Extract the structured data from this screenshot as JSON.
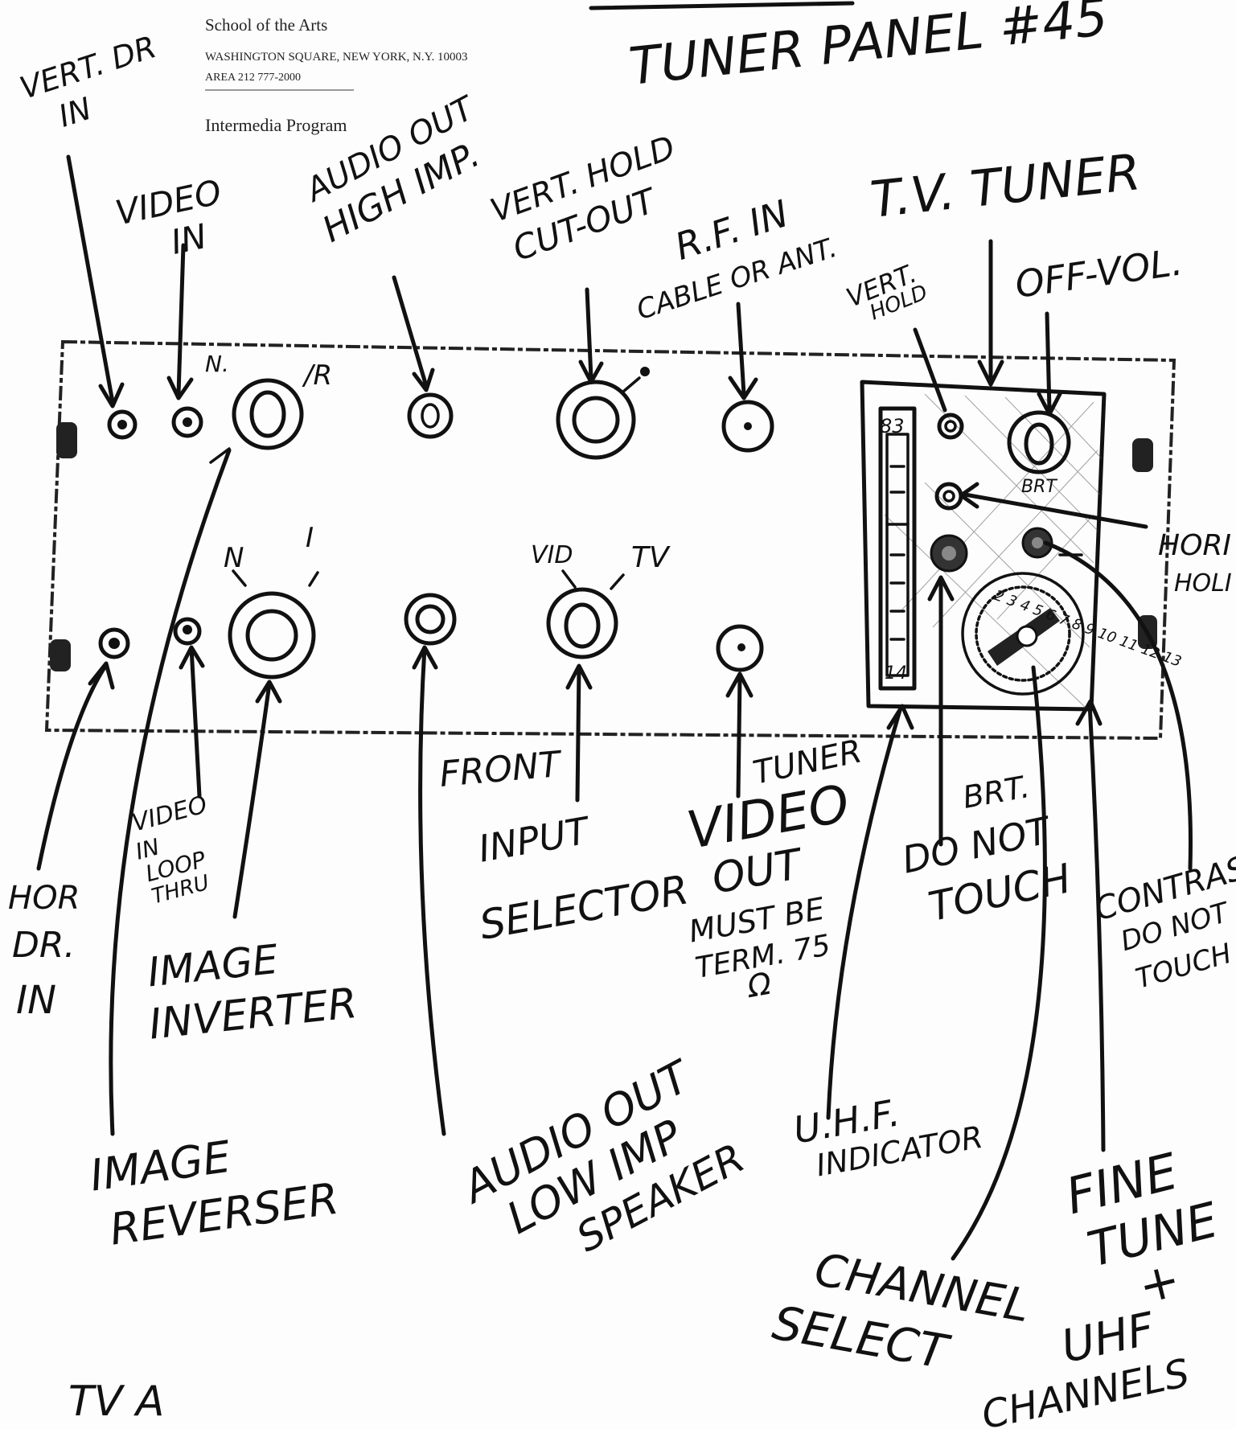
{
  "letterhead": {
    "school": "School of the Arts",
    "address": "WASHINGTON SQUARE, NEW YORK, N.Y. 10003",
    "phone": "AREA 212 777-2000",
    "program": "Intermedia Program"
  },
  "title": "TUNER PANEL #45",
  "labels": {
    "vert_dr_in": [
      "VERT. DR",
      "IN"
    ],
    "video_in": [
      "VIDEO",
      "IN"
    ],
    "audio_out_high": [
      "AUDIO OUT",
      "HIGH IMP."
    ],
    "vert_hold_cutout": [
      "VERT. HOLD",
      "CUT-OUT"
    ],
    "rf_in": [
      "R.F. IN",
      "CABLE OR ANT."
    ],
    "tv_tuner": "T.V. TUNER",
    "vert_hold": [
      "VERT.",
      "HOLD"
    ],
    "off_vol": "OFF-VOL.",
    "horiz_hold": [
      "HORI",
      "HOLI"
    ],
    "hor_dr_in": [
      "HOR",
      "DR.",
      "IN"
    ],
    "video_in_loop": [
      "VIDEO",
      "IN",
      "LOOP",
      "THRU"
    ],
    "image_inverter": [
      "IMAGE",
      "INVERTER"
    ],
    "image_reverser": [
      "IMAGE",
      "REVERSER"
    ],
    "audio_out_low": [
      "AUDIO OUT",
      "LOW IMP",
      "SPEAKER"
    ],
    "front": "FRONT",
    "input_selector": [
      "INPUT",
      "SELECTOR"
    ],
    "tuner": "TUNER",
    "video_out": [
      "VIDEO",
      "OUT",
      "MUST BE",
      "TERM. 75",
      "Ω"
    ],
    "brt": "BRT.",
    "do_not_touch": [
      "DO NOT",
      "TOUCH"
    ],
    "contrast": [
      "CONTRAST",
      "DO NOT",
      "TOUCH"
    ],
    "uhf_indicator": [
      "U.H.F.",
      "INDICATOR"
    ],
    "channel_select": [
      "CHANNEL",
      "SELECT"
    ],
    "fine_tune": [
      "FINE",
      "TUNE",
      "+",
      "UHF",
      "CHANNELS"
    ],
    "footer": "TV A"
  },
  "panel_marks": {
    "n_top": "N.",
    "r_top": "/R",
    "n_bottom": "N",
    "i_bottom": "I",
    "vid": "VID",
    "tv": "TV",
    "brt_small": "BRT",
    "uhf_top": "83",
    "uhf_bottom": "14",
    "dial_numbers": "2 3 4 5 6 7 8 9 10 11 12 13"
  }
}
